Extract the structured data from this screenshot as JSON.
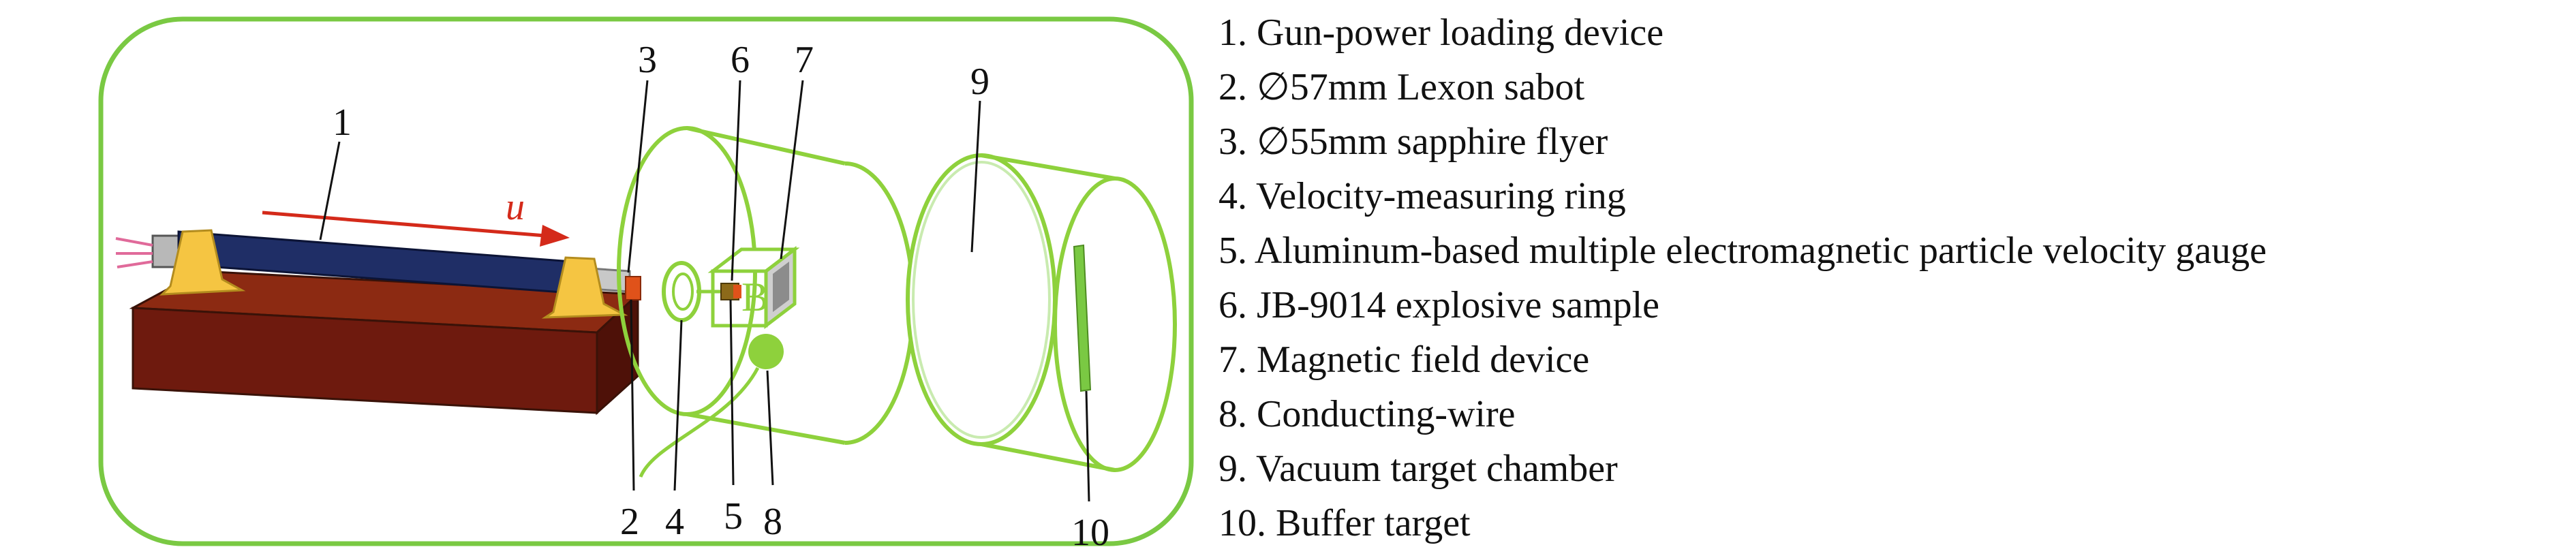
{
  "diagram": {
    "velocity_symbol": "u",
    "field_symbol": "B",
    "callout_numbers": [
      "1",
      "2",
      "3",
      "4",
      "5",
      "6",
      "7",
      "8",
      "9",
      "10"
    ],
    "legend": [
      "1. Gun-power loading device",
      "2. ∅57mm Lexon sabot",
      "3. ∅55mm sapphire flyer",
      "4. Velocity-measuring ring",
      "5. Aluminum-based multiple electromagnetic particle velocity gauge",
      "6. JB-9014 explosive sample",
      "7. Magnetic field device",
      "8. Conducting-wire",
      "9. Vacuum target chamber",
      "10. Buffer target"
    ],
    "colors": {
      "frame_green": "#7ac943",
      "light_green": "#8ed13c",
      "barrel_blue": "#1f2e66",
      "clamp_yellow": "#f5c542",
      "base_brown": "#6e1a0e",
      "arrow_red": "#d42a1a",
      "flyer_orange": "#e0521a"
    }
  }
}
